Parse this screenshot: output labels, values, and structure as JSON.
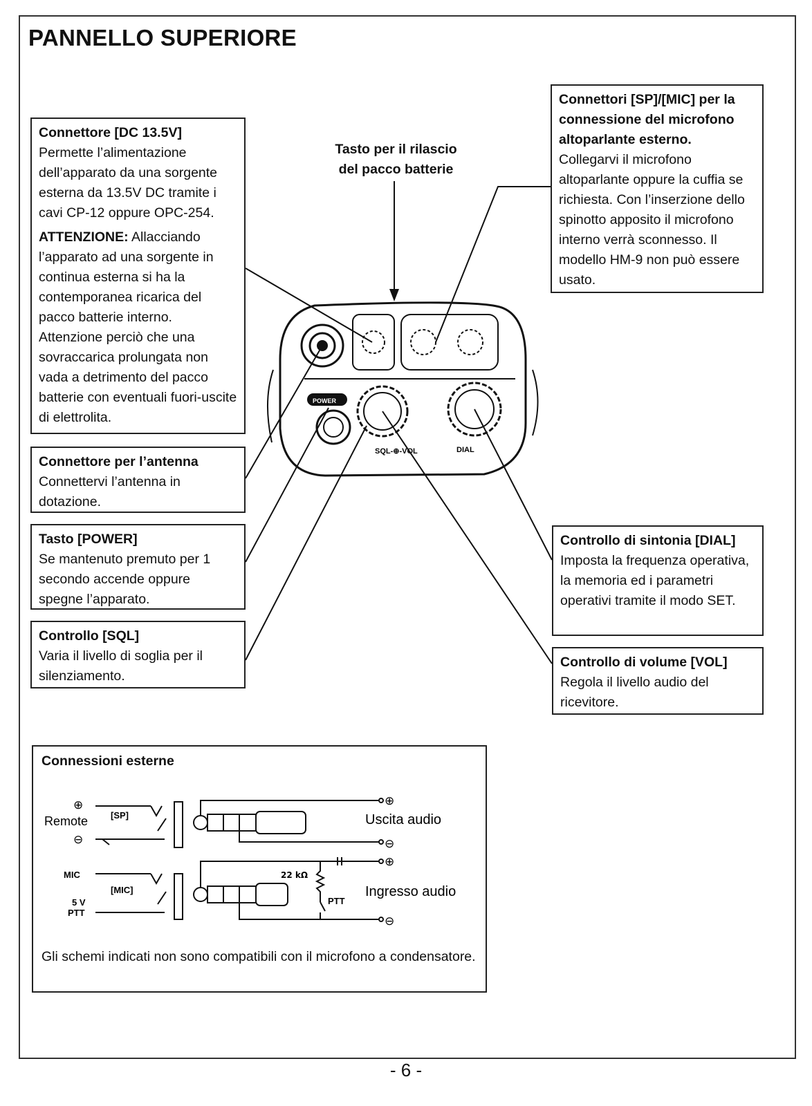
{
  "title": "PANNELLO SUPERIORE",
  "release_label": "Tasto per il rilascio\ndel pacco batterie",
  "dc": {
    "title": "Connettore [DC 13.5V]",
    "text": "Permette l’alimentazione dell’apparato da una sorgente esterna da 13.5V DC tramite i cavi CP-12 oppure OPC-254.",
    "warn_label": "ATTENZIONE:",
    "warn_text": " Allacciando l’apparato ad una sorgente in continua esterna si ha la contemporanea ricarica del pacco batterie interno. Attenzione perciò che una sovraccarica prolungata non vada a detrimento del pacco batterie con eventuali fuori-uscite di elettrolita."
  },
  "antenna": {
    "title": "Connettore per l’antenna",
    "text": "Connettervi l’antenna in dotazione."
  },
  "power": {
    "title": "Tasto [POWER]",
    "text": "Se mantenuto premuto per 1 secondo accende oppure spegne l’apparato."
  },
  "sql": {
    "title": "Controllo [SQL]",
    "text": "Varia il livello di soglia per il silenziamento."
  },
  "spmic": {
    "title": "Connettori [SP]/[MIC] per la connessione del microfono altoparlante esterno.",
    "text": "Collegarvi il microfono altoparlante oppure la cuffia se richiesta. Con l’inserzione dello spinotto apposito il microfono interno verrà sconnesso. Il modello HM-9 non può essere usato."
  },
  "dial": {
    "title": "Controllo di sintonia [DIAL]",
    "text": "Imposta la frequenza operativa, la memoria ed i parametri operativi tramite il modo SET."
  },
  "vol": {
    "title": "Controllo di volume [VOL]",
    "text": "Regola il livello audio del ricevitore."
  },
  "radio_labels": {
    "power_btn": "POWER",
    "sqlvol": "SQL-⊕-VOL",
    "dial": "DIAL"
  },
  "external": {
    "title": "Connessioni esterne",
    "plus": "⊕",
    "minus": "⊖",
    "remote": "Remote",
    "sp": "[SP]",
    "mic_pin": "MIC",
    "mic": "[MIC]",
    "fivev": "5 V",
    "ptt_pin": "PTT",
    "audio_out": "Uscita audio",
    "audio_in": "Ingresso audio",
    "resistor": "22 kΩ",
    "ptt": "PTT",
    "note": "Gli schemi indicati non sono compatibili con il microfono a condensatore."
  },
  "page_number": "- 6 -"
}
